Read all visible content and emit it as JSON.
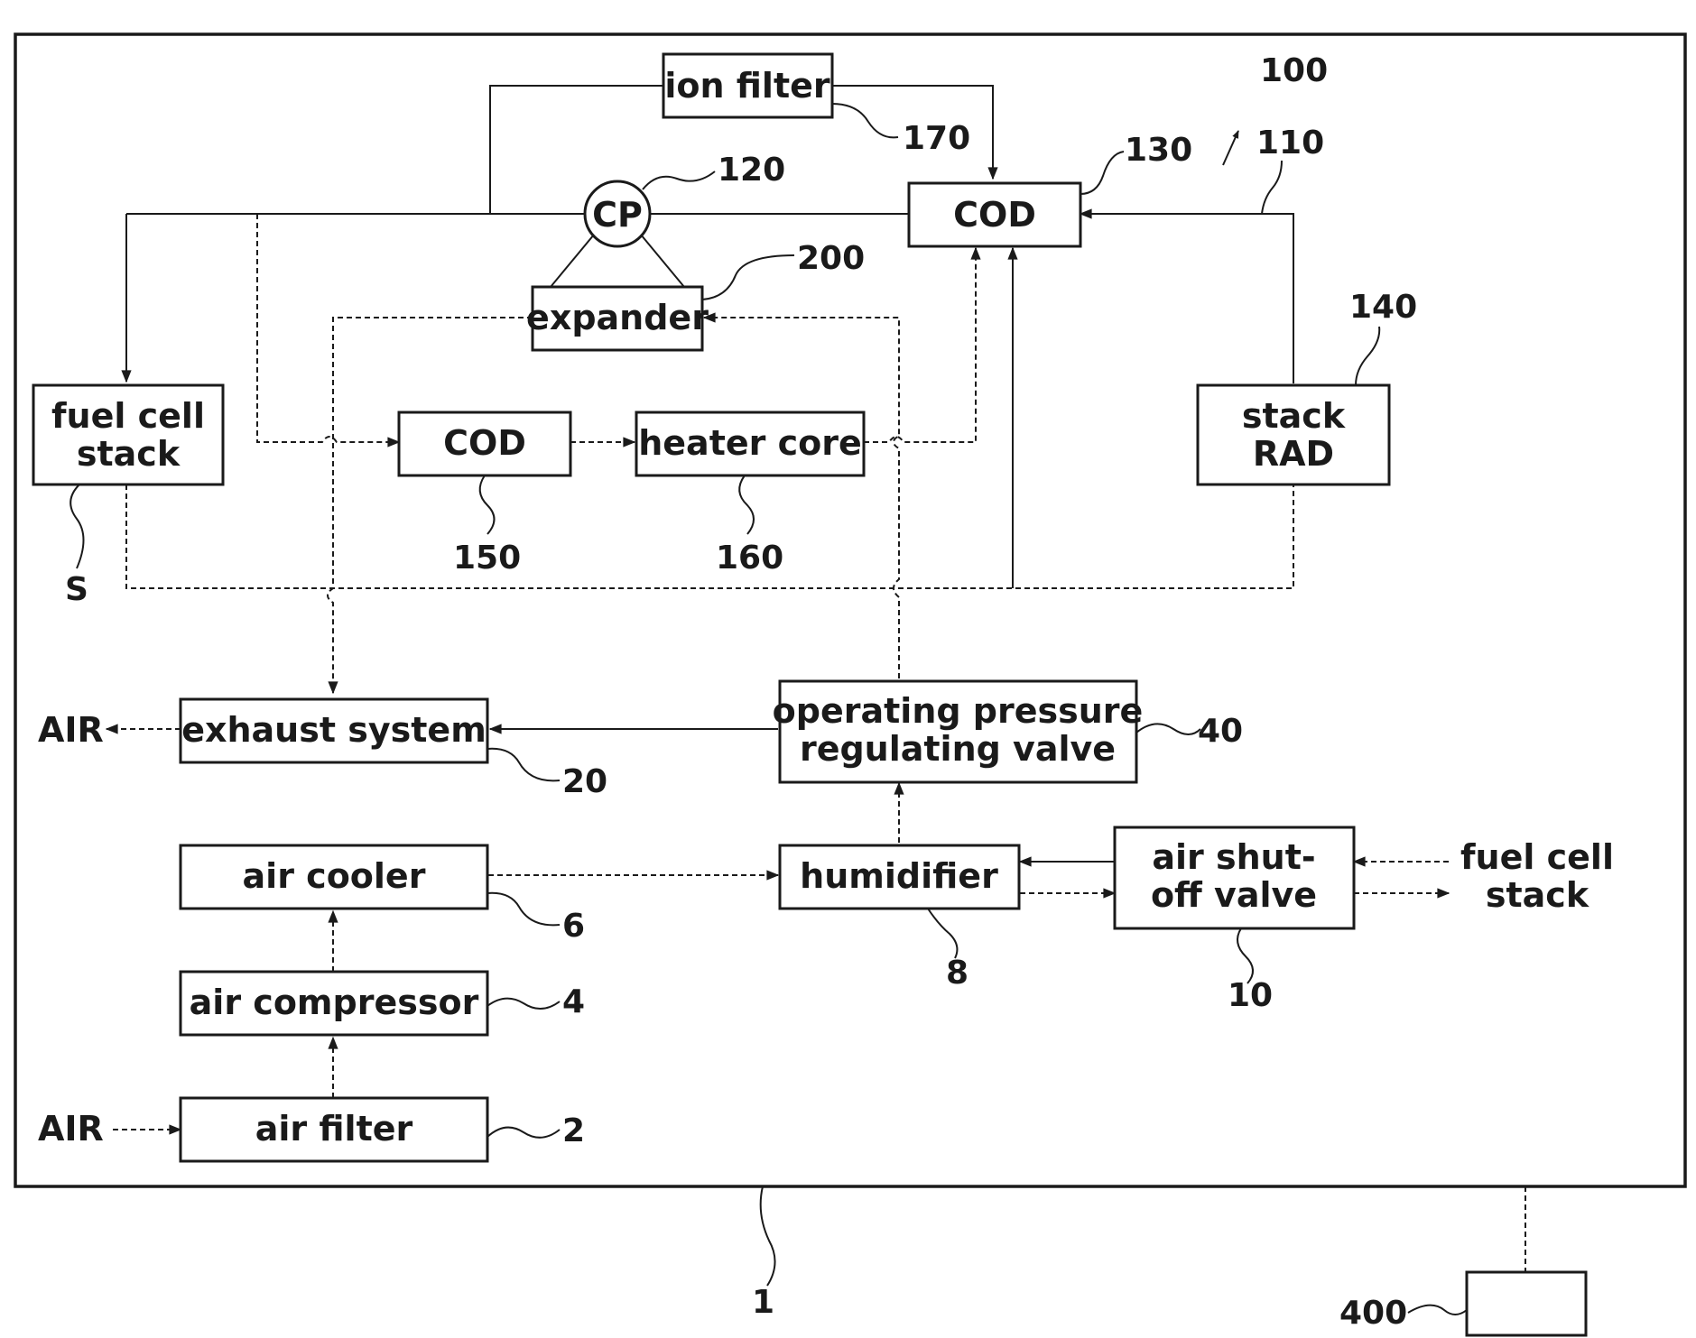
{
  "blocks": {
    "ion_filter": "ion filter",
    "cp": "CP",
    "cod_main": "COD",
    "expander": "expander",
    "fuel_cell_stack_line1": "fuel cell",
    "fuel_cell_stack_line2": "stack",
    "cod_secondary": "COD",
    "heater_core": "heater core",
    "stack_rad_line1": "stack",
    "stack_rad_line2": "RAD",
    "exhaust_system": "exhaust system",
    "operating_valve_line1": "operating pressure",
    "operating_valve_line2": "regulating valve",
    "air_cooler": "air cooler",
    "humidifier": "humidifier",
    "air_shutoff_line1": "air shut-",
    "air_shutoff_line2": "off valve",
    "air_compressor": "air compressor",
    "air_filter": "air filter",
    "ext_fuel_cell_line1": "fuel cell",
    "ext_fuel_cell_line2": "stack",
    "air_out": "AIR",
    "air_in": "AIR"
  },
  "refs": {
    "r100": "100",
    "r110": "110",
    "r120": "120",
    "r130": "130",
    "r140": "140",
    "r150": "150",
    "r160": "160",
    "r170": "170",
    "r200": "200",
    "rS": "S",
    "r40": "40",
    "r20": "20",
    "r6": "6",
    "r8": "8",
    "r10": "10",
    "r4": "4",
    "r2": "2",
    "r1": "1",
    "r400": "400"
  }
}
